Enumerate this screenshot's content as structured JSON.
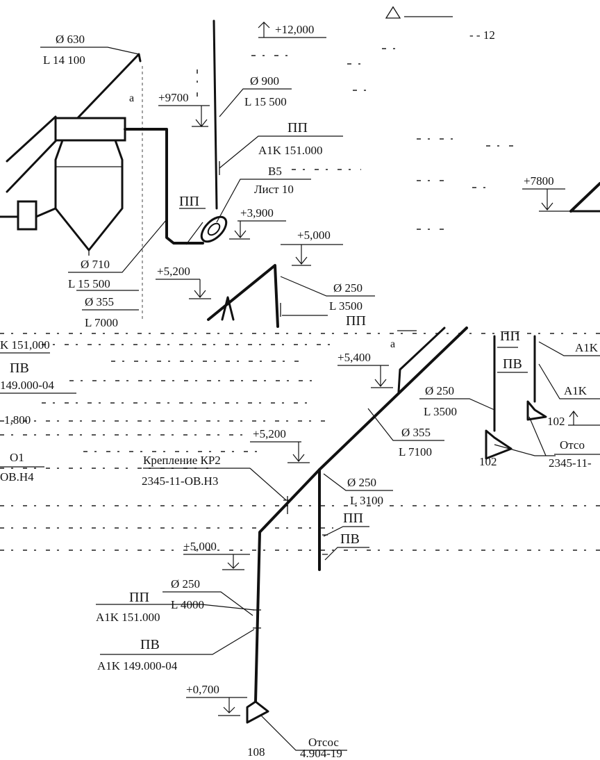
{
  "upper": {
    "d630": "Ø 630",
    "l14100": "L 14 100",
    "mark_a": "a",
    "el_9700": "+9700",
    "el_12000": "+12,000",
    "d900": "Ø 900",
    "l15500_top": "L 15 500",
    "pp_label": "ПП",
    "a1k151": "A1K 151.000",
    "b5": "B5",
    "list10": "Лист 10",
    "pp_label2": "ПП",
    "el_3900": "+3,900",
    "el_7800": "+7800",
    "el_5000": "+5,000",
    "el_5200": "+5,200",
    "d710": "Ø 710",
    "l15500_bot": "L 15 500",
    "d355": "Ø 355",
    "l7000": "L 7000",
    "d250": "Ø 250",
    "l3500": "L 3500",
    "ppcut": "ПП",
    "scribble": "- - 12"
  },
  "lower": {
    "k151": "K 151,000",
    "pv_left": "ПВ",
    "n149": "149.000-04",
    "el_1800": "1,800",
    "o1": "O1",
    "obh4": "OB.H4",
    "mark_a": "a",
    "el_5400": "+5,400",
    "pp_mid": "ПП",
    "pv_mid": "ПВ",
    "a1k_r1": "A1K",
    "a1k_r2": "A1K",
    "d250_a": "Ø 250",
    "l3500": "L 3500",
    "n102a": "102",
    "el_5200": "+5,200",
    "d355": "Ø 355",
    "l7100": "L 7100",
    "n102b": "102",
    "otsos_cut": "Отсо",
    "n2345_cut": "2345-11-",
    "krep": "Крепление КР2",
    "n2345_h3": "2345-11-OB.H3",
    "d250_b": "Ø 250",
    "l3100": "L 3100",
    "pp_b": "ПП",
    "pv_b": "ПВ",
    "el_5000": "+5,000",
    "d250_c": "Ø 250",
    "l4000": "L 4000",
    "pp_c": "ПП",
    "a1k151": "A1K 151.000",
    "pv_c": "ПВ",
    "a1k149": "A1K 149.000-04",
    "el_0700": "+0,700",
    "otsos": "Отсос",
    "n4904": "4.904-19",
    "n108": "108"
  }
}
